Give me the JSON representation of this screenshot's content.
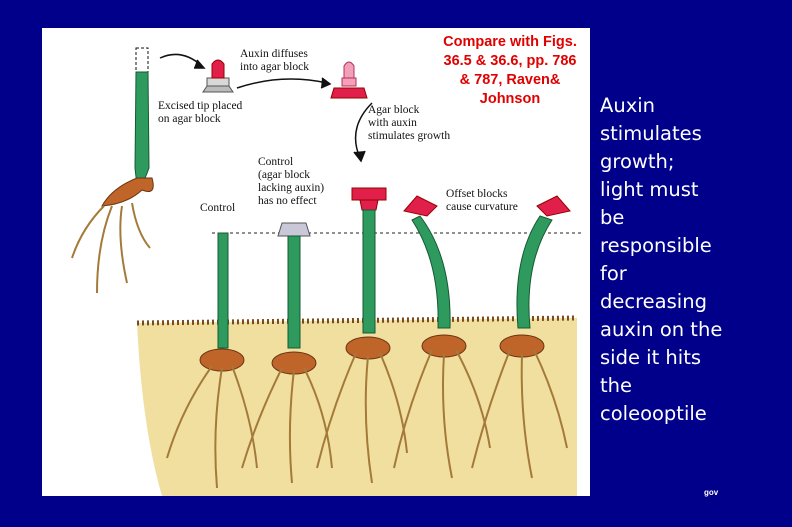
{
  "figure": {
    "labels": {
      "excised_tip": "Excised tip placed\non agar block",
      "auxin_diffuses": "Auxin diffuses\ninto agar block",
      "agar_block_auxin": "Agar block\nwith auxin\nstimulates growth",
      "control_block": "Control\n(agar block\nlacking auxin)\nhas no effect",
      "control": "Control",
      "offset_blocks": "Offset blocks\ncause curvature"
    },
    "compare_note": "Compare with Figs.\n36.5 & 36.6, pp. 786\n& 787, Raven&\nJohnson"
  },
  "side_text": "Auxin\nstimulates\ngrowth;\nlight must\nbe\nresponsible\nfor\ndecreasing\nauxin on the\nside it hits\nthe\ncoleooptile",
  "footer": "gov",
  "colors": {
    "background": "#00008b",
    "stem": "#2e9a5e",
    "auxin_block": "#e0204a",
    "soil": "#f1dfa0",
    "seed": "#c0652a",
    "note": "#e00000"
  }
}
